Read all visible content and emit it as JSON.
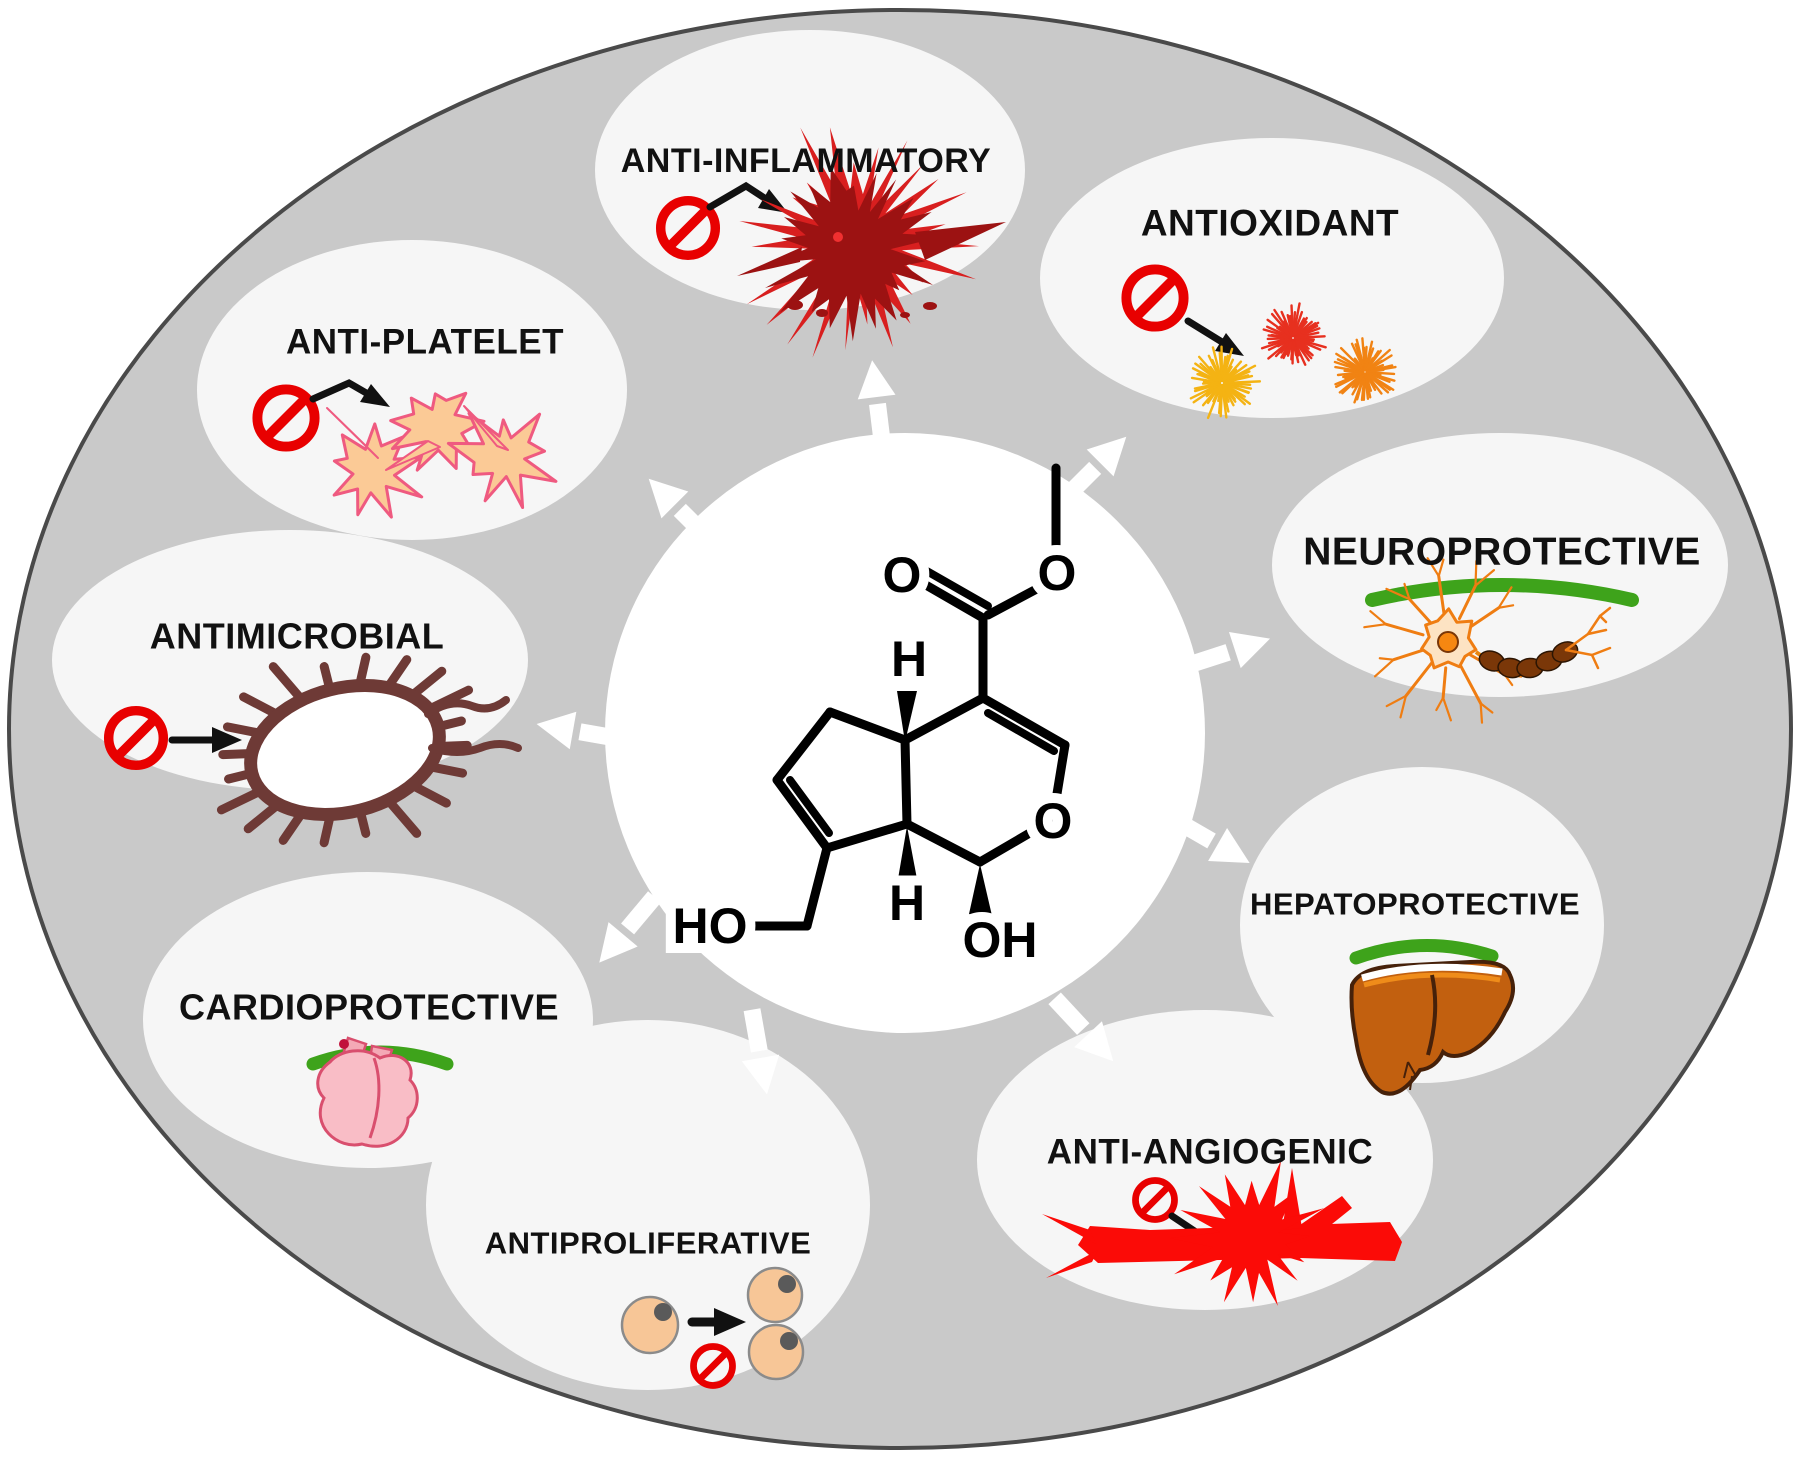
{
  "figure": {
    "description": "Wheel diagram of pharmacological activities around a central chemical structure"
  },
  "activities": [
    {
      "id": "anti-inflammatory",
      "label": "ANTI-INFLAMMATORY",
      "icon": "inflammation-burst"
    },
    {
      "id": "antioxidant",
      "label": "ANTIOXIDANT",
      "icon": "free-radicals"
    },
    {
      "id": "neuroprotective",
      "label": "NEUROPROTECTIVE",
      "icon": "neuron"
    },
    {
      "id": "hepatoprotective",
      "label": "HEPATOPROTECTIVE",
      "icon": "liver"
    },
    {
      "id": "anti-angiogenic",
      "label": "ANTI-ANGIOGENIC",
      "icon": "blood-vessel"
    },
    {
      "id": "antiproliferative",
      "label": "ANTIPROLIFERATIVE",
      "icon": "dividing-cells"
    },
    {
      "id": "cardioprotective",
      "label": "CARDIOPROTECTIVE",
      "icon": "heart"
    },
    {
      "id": "antimicrobial",
      "label": "ANTIMICROBIAL",
      "icon": "bacterium"
    },
    {
      "id": "anti-platelet",
      "label": "ANTI-PLATELET",
      "icon": "platelets"
    }
  ],
  "structure": {
    "atom_labels": {
      "carbonyl_o": "O",
      "ester_o": "O",
      "ring_o": "O",
      "h_top": "H",
      "h_bottom": "H",
      "hydroxymethyl": "HO",
      "hydroxyl": "OH"
    }
  },
  "colors": {
    "wheel": "#c9c9c9",
    "wheel_border": "#4a4a4a",
    "bubble": "#f6f6f6",
    "ink": "#111111",
    "prohibition": "#e80000",
    "arc_green": "#3ea31b",
    "burst_dark": "#9c1212",
    "burst_light": "#d81f1f",
    "burst_dot": "#f03030",
    "radical_yellow": "#f4b313",
    "radical_red": "#e7301f",
    "radical_orange": "#f18313",
    "platelet_fill": "#fbca96",
    "platelet_stroke": "#ef5a80",
    "microbe": "#6e3a36",
    "heart_fill": "#f9bdc6",
    "heart_stroke": "#d94f6e",
    "liver_fill": "#c2600f",
    "liver_stroke": "#46210a",
    "neuron": "#ef7d12",
    "myelin": "#7a3708",
    "cell_fill": "#f7c697",
    "nucleus": "#5a5a5a",
    "vessel_red": "#fb0b07"
  }
}
